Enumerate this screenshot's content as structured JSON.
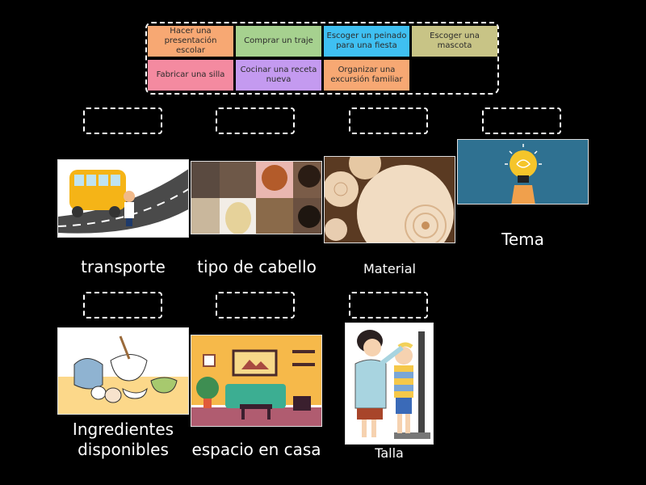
{
  "activity": "Emparejamiento",
  "tiles": [
    {
      "id": "t1",
      "label": "Hacer una presentación escolar",
      "color": "#f7a873"
    },
    {
      "id": "t2",
      "label": "Comprar un traje",
      "color": "#a6d18f"
    },
    {
      "id": "t3",
      "label": "Escoger un peinado para una fiesta",
      "color": "#3fc0f2"
    },
    {
      "id": "t4",
      "label": "Escoger una mascota",
      "color": "#c8c486"
    },
    {
      "id": "t5",
      "label": "Fabricar una silla",
      "color": "#f48aa0"
    },
    {
      "id": "t6",
      "label": "Cocinar una receta nueva",
      "color": "#c49af0"
    },
    {
      "id": "t7",
      "label": "Organizar una excursión familiar",
      "color": "#f7a873"
    }
  ],
  "cards": [
    {
      "id": "transporte",
      "label": "transporte",
      "image": "school-bus"
    },
    {
      "id": "cabello",
      "label": "tipo de cabello",
      "image": "hair-collage"
    },
    {
      "id": "material",
      "label": "Material",
      "image": "wood-logs"
    },
    {
      "id": "tema",
      "label": "Tema",
      "image": "lightbulb-idea"
    },
    {
      "id": "ingredientes",
      "label": "Ingredientes disponibles",
      "image": "kitchen-ingredients"
    },
    {
      "id": "espacio",
      "label": "espacio en casa",
      "image": "living-room"
    },
    {
      "id": "talla",
      "label": "Talla",
      "image": "height-measurement"
    }
  ]
}
